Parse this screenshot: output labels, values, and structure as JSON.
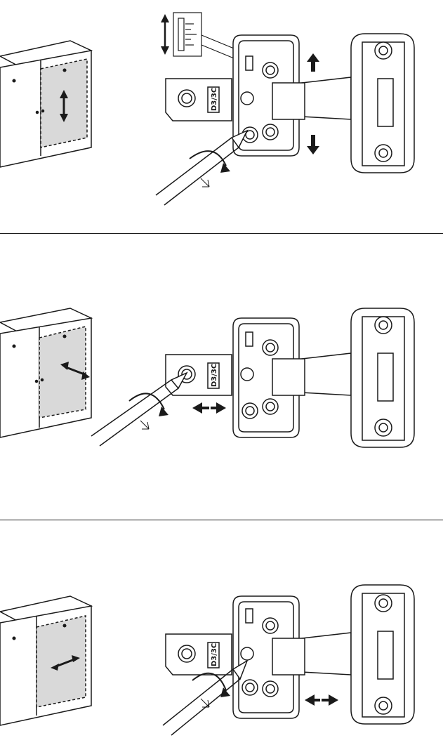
{
  "steps": [
    {
      "hinge_mark": "D3/3C",
      "adjustment": "vertical"
    },
    {
      "hinge_mark": "D3/3C",
      "adjustment": "horizontal"
    },
    {
      "hinge_mark": "D3/3C",
      "adjustment": "depth"
    }
  ],
  "colors": {
    "line": "#1a1a1a",
    "door_fill": "#d9d9d9",
    "hinge_fill": "#ffffff"
  },
  "icons": {
    "screwdriver": "screwdriver-icon",
    "rotate": "rotate-arrow-icon",
    "arrow": "direction-arrow-icon"
  }
}
